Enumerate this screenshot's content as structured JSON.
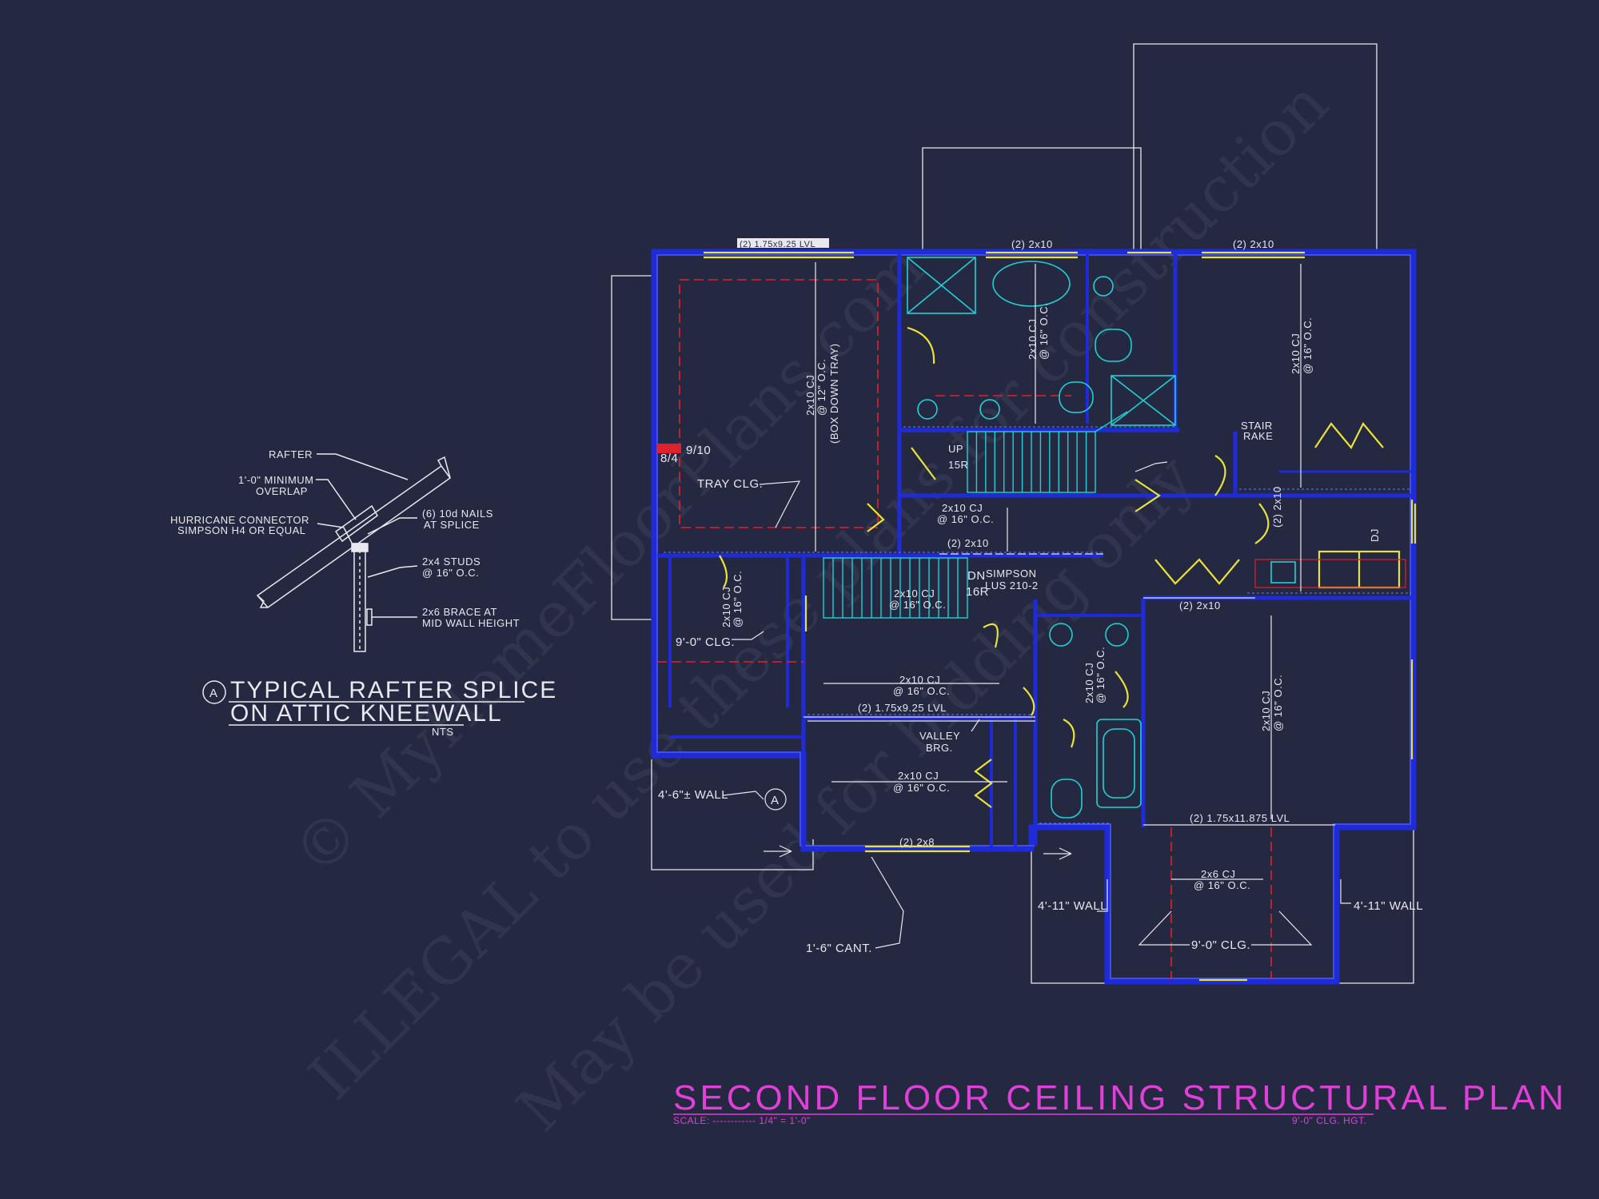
{
  "drawing": {
    "title": "SECOND FLOOR CEILING STRUCTURAL PLAN",
    "scale_label": "SCALE: ------------ 1/4\" = 1'-0\"",
    "ceiling_height_note": "9'-0\" CLG. HGT.",
    "colors": {
      "background": "#242841",
      "walls": "#1f2bd8",
      "lines": "#e8e8ee",
      "fixtures": "#1fd1d6",
      "beams": "#e9e23a",
      "title": "#e03fd8",
      "tray_outline": "#e0202e"
    }
  },
  "detail": {
    "marker": "A",
    "title_line1": "TYPICAL RAFTER SPLICE",
    "title_line2": "ON ATTIC KNEEWALL",
    "scale": "NTS",
    "labels": {
      "rafter": "RAFTER",
      "overlap_1": "1'-0\" MINIMUM",
      "overlap_2": "OVERLAP",
      "connector_1": "HURRICANE CONNECTOR",
      "connector_2": "SIMPSON H4 OR EQUAL",
      "nails_1": "(6) 10d NAILS",
      "nails_2": "AT SPLICE",
      "studs_1": "2x4 STUDS",
      "studs_2": "@ 16\" O.C.",
      "brace_1": "2x6 BRACE AT",
      "brace_2": "MID WALL HEIGHT"
    }
  },
  "plan_labels": {
    "top_header": "(2) 1.75x9.25 LVL",
    "top_2x10_a": "(2) 2x10",
    "top_2x10_b": "(2) 2x10",
    "cj_12": "2x10 CJ",
    "cj_12b": "@ 12\" O.C.",
    "box_down": "(BOX DOWN TRAY)",
    "tray_clg": "TRAY CLG.",
    "pitch_a": "9/10",
    "pitch_b": "8/4",
    "bath_cj": "2x10 CJ",
    "bath_cj2": "@ 16\" O.C.",
    "right_cj": "2x10 CJ",
    "right_cj2": "@ 16\" O.C.",
    "stair_rake_1": "STAIR",
    "stair_rake_2": "RAKE",
    "up": "UP",
    "up_r": "15R",
    "mid_cj_1": "2x10 CJ",
    "mid_cj_2": "@ 16\" O.C.",
    "mid_2x10": "(2) 2x10",
    "dn": "DN",
    "dn_r": "16R",
    "simpson_1": "SIMPSON",
    "simpson_2": "LUS 210-2",
    "stair_cj_1": "2x10 CJ",
    "stair_cj_2": "@ 16\" O.C.",
    "small_2x10": "(2) 2x10",
    "dj": "DJ",
    "closet_cj_1": "2x10 CJ",
    "closet_cj_2": "@ 16\" O.C.",
    "clg_9": "9'-0\" CLG.",
    "lower_cj_1": "2x10 CJ",
    "lower_cj_2": "@ 16\" O.C.",
    "lvl_925": "(2) 1.75x9.25 LVL",
    "valley_1": "VALLEY",
    "valley_2": "BRG.",
    "south_cj_1": "2x10 CJ",
    "south_cj_2": "@ 16\" O.C.",
    "wall_46": "4'-6\"± WALL",
    "section_marker": "A",
    "cant_2x8": "(2) 2x8",
    "cant": "1'-6\" CANT.",
    "bath2_cj_1": "2x10 CJ",
    "bath2_cj_2": "@ 16\" O.C.",
    "bed_cj_1": "2x10 CJ",
    "bed_cj_2": "@ 16\" O.C.",
    "lvl_11875": "(2) 1.75x11.875 LVL",
    "bed_2x10": "(2) 2x10",
    "bay_cj_1": "2x6 CJ",
    "bay_cj_2": "@ 16\" O.C.",
    "bay_clg": "9'-0\" CLG.",
    "wall_411_l": "4'-11\" WALL",
    "wall_411_r": "4'-11\" WALL"
  },
  "watermark": {
    "line1": "© MyHomeFloorPlans.com",
    "line2": "ILLEGAL to use these plans for construction",
    "line3": "May be used for bidding only"
  }
}
